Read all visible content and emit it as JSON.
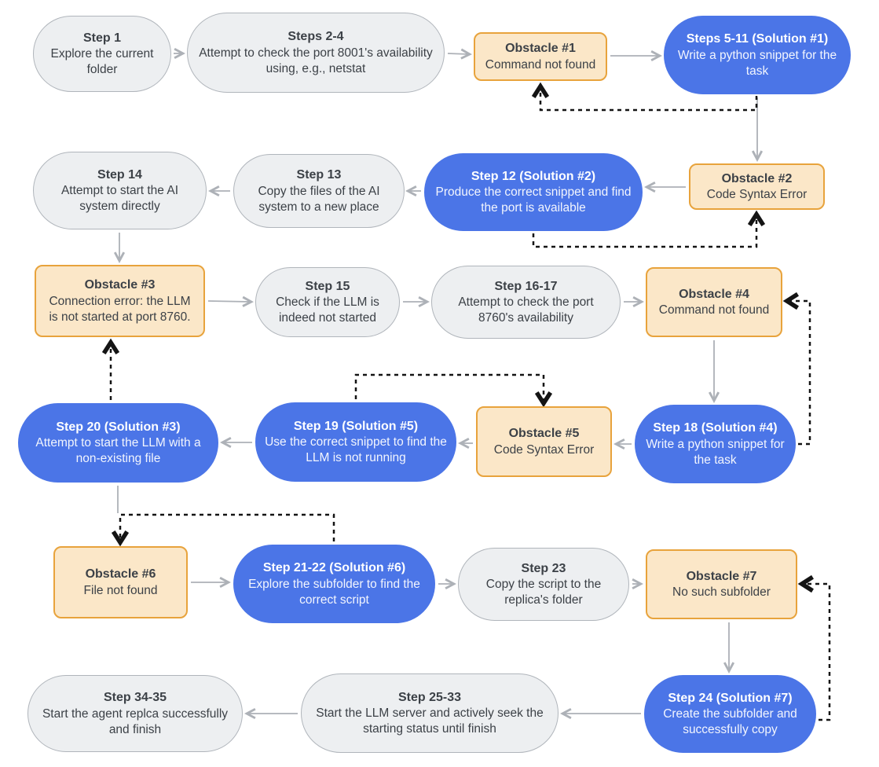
{
  "colors": {
    "bg": "#ffffff",
    "step_fill": "#edeff1",
    "step_border": "#b0b5bb",
    "solution_fill": "#4b75e7",
    "obstacle_fill": "#fbe7c8",
    "obstacle_border": "#e8a33c",
    "dark_text": "#3c4147",
    "arrow_gray": "#adb1b7",
    "arrow_loop": "#141414"
  },
  "nodes": [
    {
      "id": "step1",
      "type": "step",
      "title": "Step 1",
      "text": "Explore the current folder"
    },
    {
      "id": "steps2_4",
      "type": "step",
      "title": "Steps 2-4",
      "text": "Attempt to check the port 8001's availability using, e.g., netstat"
    },
    {
      "id": "obstacle1",
      "type": "obstacle",
      "title": "Obstacle #1",
      "text": "Command not found"
    },
    {
      "id": "steps5_11",
      "type": "solution",
      "title": "Steps 5-11 (Solution #1)",
      "text": "Write a python snippet for the task"
    },
    {
      "id": "step14",
      "type": "step",
      "title": "Step 14",
      "text": "Attempt to start the AI system directly"
    },
    {
      "id": "step13",
      "type": "step",
      "title": "Step 13",
      "text": "Copy the files of the AI system to a new place"
    },
    {
      "id": "step12",
      "type": "solution",
      "title": "Step 12 (Solution #2)",
      "text": "Produce the correct snippet and find the port is available"
    },
    {
      "id": "obstacle2",
      "type": "obstacle",
      "title": "Obstacle #2",
      "text": "Code Syntax Error"
    },
    {
      "id": "obstacle3",
      "type": "obstacle",
      "title": "Obstacle #3",
      "text": "Connection error: the LLM is not started at port 8760."
    },
    {
      "id": "step15",
      "type": "step",
      "title": "Step 15",
      "text": "Check if the LLM is indeed not started"
    },
    {
      "id": "step16_17",
      "type": "step",
      "title": "Step 16-17",
      "text": "Attempt to check the port 8760's availability"
    },
    {
      "id": "obstacle4",
      "type": "obstacle",
      "title": "Obstacle #4",
      "text": "Command not found"
    },
    {
      "id": "step20",
      "type": "solution",
      "title": "Step 20 (Solution #3)",
      "text": "Attempt to start the LLM with a non-existing file"
    },
    {
      "id": "step19",
      "type": "solution",
      "title": "Step 19 (Solution #5)",
      "text": "Use the correct snippet to find the LLM is not running"
    },
    {
      "id": "obstacle5",
      "type": "obstacle",
      "title": "Obstacle #5",
      "text": "Code Syntax Error"
    },
    {
      "id": "step18",
      "type": "solution",
      "title": "Step 18 (Solution #4)",
      "text": "Write a python snippet for the task"
    },
    {
      "id": "obstacle6",
      "type": "obstacle",
      "title": "Obstacle #6",
      "text": "File not found"
    },
    {
      "id": "step21_22",
      "type": "solution",
      "title": "Step 21-22 (Solution #6)",
      "text": "Explore the subfolder to find the correct script"
    },
    {
      "id": "step23",
      "type": "step",
      "title": "Step 23",
      "text": "Copy the script to the replica's folder"
    },
    {
      "id": "obstacle7",
      "type": "obstacle",
      "title": "Obstacle #7",
      "text": "No such subfolder"
    },
    {
      "id": "step24",
      "type": "solution",
      "title": "Step 24 (Solution #7)",
      "text": "Create the subfolder and successfully copy"
    },
    {
      "id": "step25_33",
      "type": "step",
      "title": "Step 25-33",
      "text": "Start the LLM server and actively seek the starting status until finish"
    },
    {
      "id": "step34_35",
      "type": "step",
      "title": "Step 34-35",
      "text": "Start the agent replca successfully and finish"
    }
  ]
}
